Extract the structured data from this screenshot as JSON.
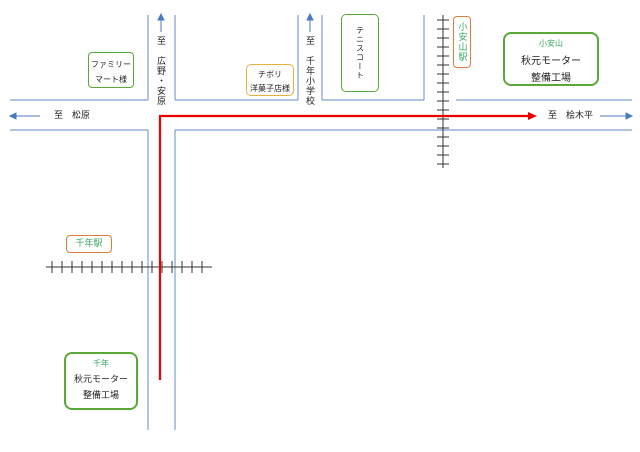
{
  "roads": {
    "left_label": "至　松原",
    "right_label": "至　桧木平",
    "north_a": "至　広野・安原",
    "north_b": "至　千年小学校"
  },
  "places": {
    "family_mart": [
      "ファミリー",
      "マート様"
    ],
    "chibori": [
      "チボリ",
      "洋菓子店様"
    ],
    "tennis": "テニスコート",
    "koyasuyama_station": "小安山駅",
    "sennen_station": "千年駅"
  },
  "offices": {
    "koyasuyama": {
      "area": "小安山",
      "name": "秋元モーター",
      "sub": "整備工場"
    },
    "sennen": {
      "area": "千年",
      "name": "秋元モーター",
      "sub": "整備工場"
    }
  },
  "colors": {
    "road": "#7f9fd0",
    "route": "#ea0000",
    "rail": "#333333",
    "office_border": "#5aa83a",
    "yellow_border": "#e3b23c",
    "orange_border": "#e07b39",
    "green_text": "#3aa860"
  }
}
